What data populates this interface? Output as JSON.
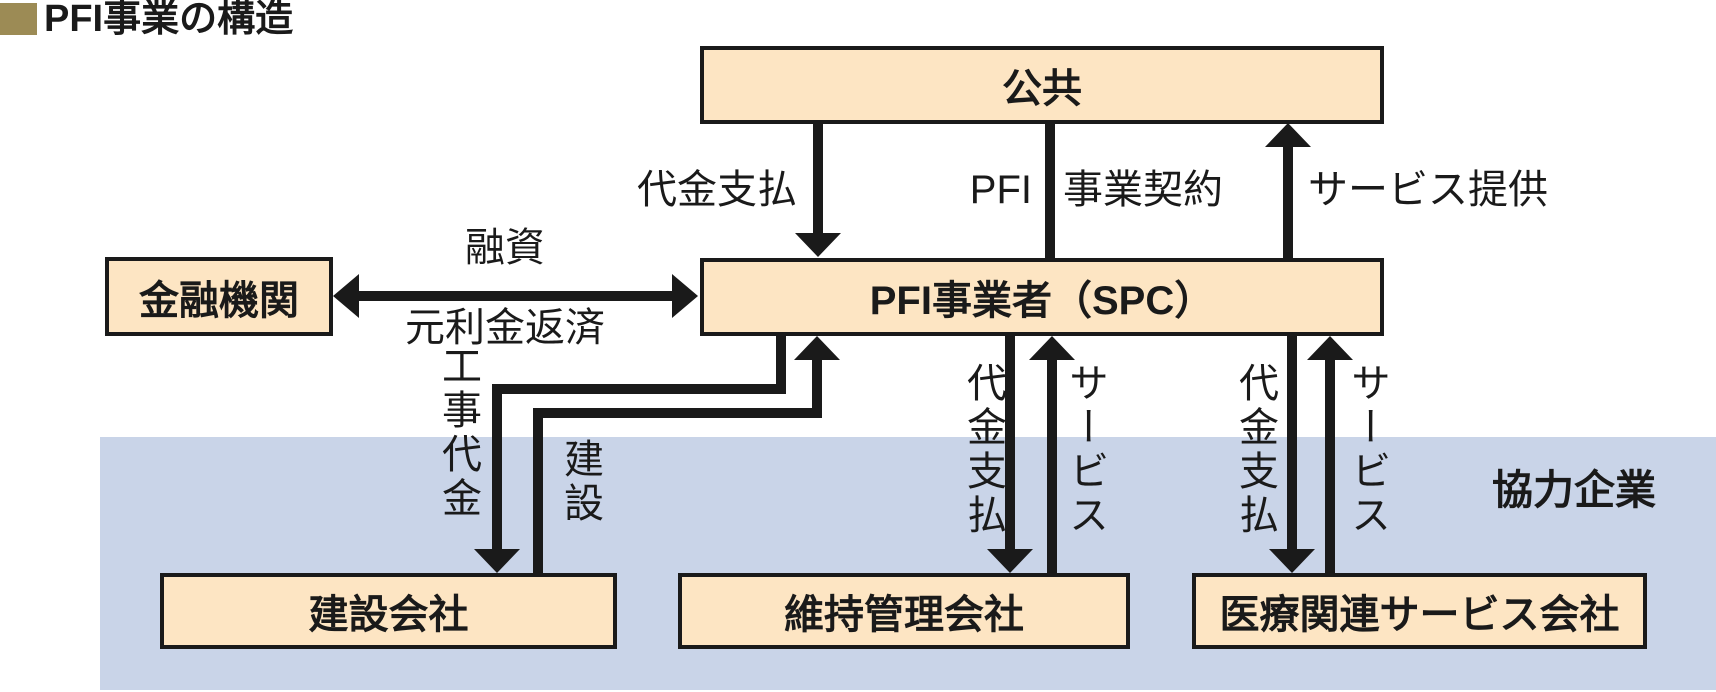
{
  "title": {
    "text": "PFI事業の構造"
  },
  "boxes": {
    "public": {
      "label": "公共"
    },
    "financial": {
      "label": "金融機関"
    },
    "spc": {
      "label": "PFI事業者（SPC）"
    },
    "construction": {
      "label": "建設会社"
    },
    "maintenance": {
      "label": "維持管理会社"
    },
    "medical": {
      "label": "医療関連サービス会社"
    }
  },
  "labels": {
    "payment_public_to_spc": "代金支払",
    "contract_left": "PFI",
    "contract_right": "事業契約",
    "service_provision": "サービス提供",
    "loan": "融資",
    "principal_interest_repayment": "元利金返済",
    "construction_fee": "工事代金",
    "construction_work": "建設",
    "payment_to_maintenance": "代金支払",
    "service_from_maintenance": "サービス",
    "payment_to_medical": "代金支払",
    "service_from_medical": "サービス",
    "partner_companies": "協力企業"
  },
  "colors": {
    "box_fill": "#fde5c3",
    "box_border": "#1a1a1a",
    "band_blue": "#c9d4e8",
    "title_square_gold": "#9c8b55",
    "arrow_black": "#1a1a1a"
  }
}
